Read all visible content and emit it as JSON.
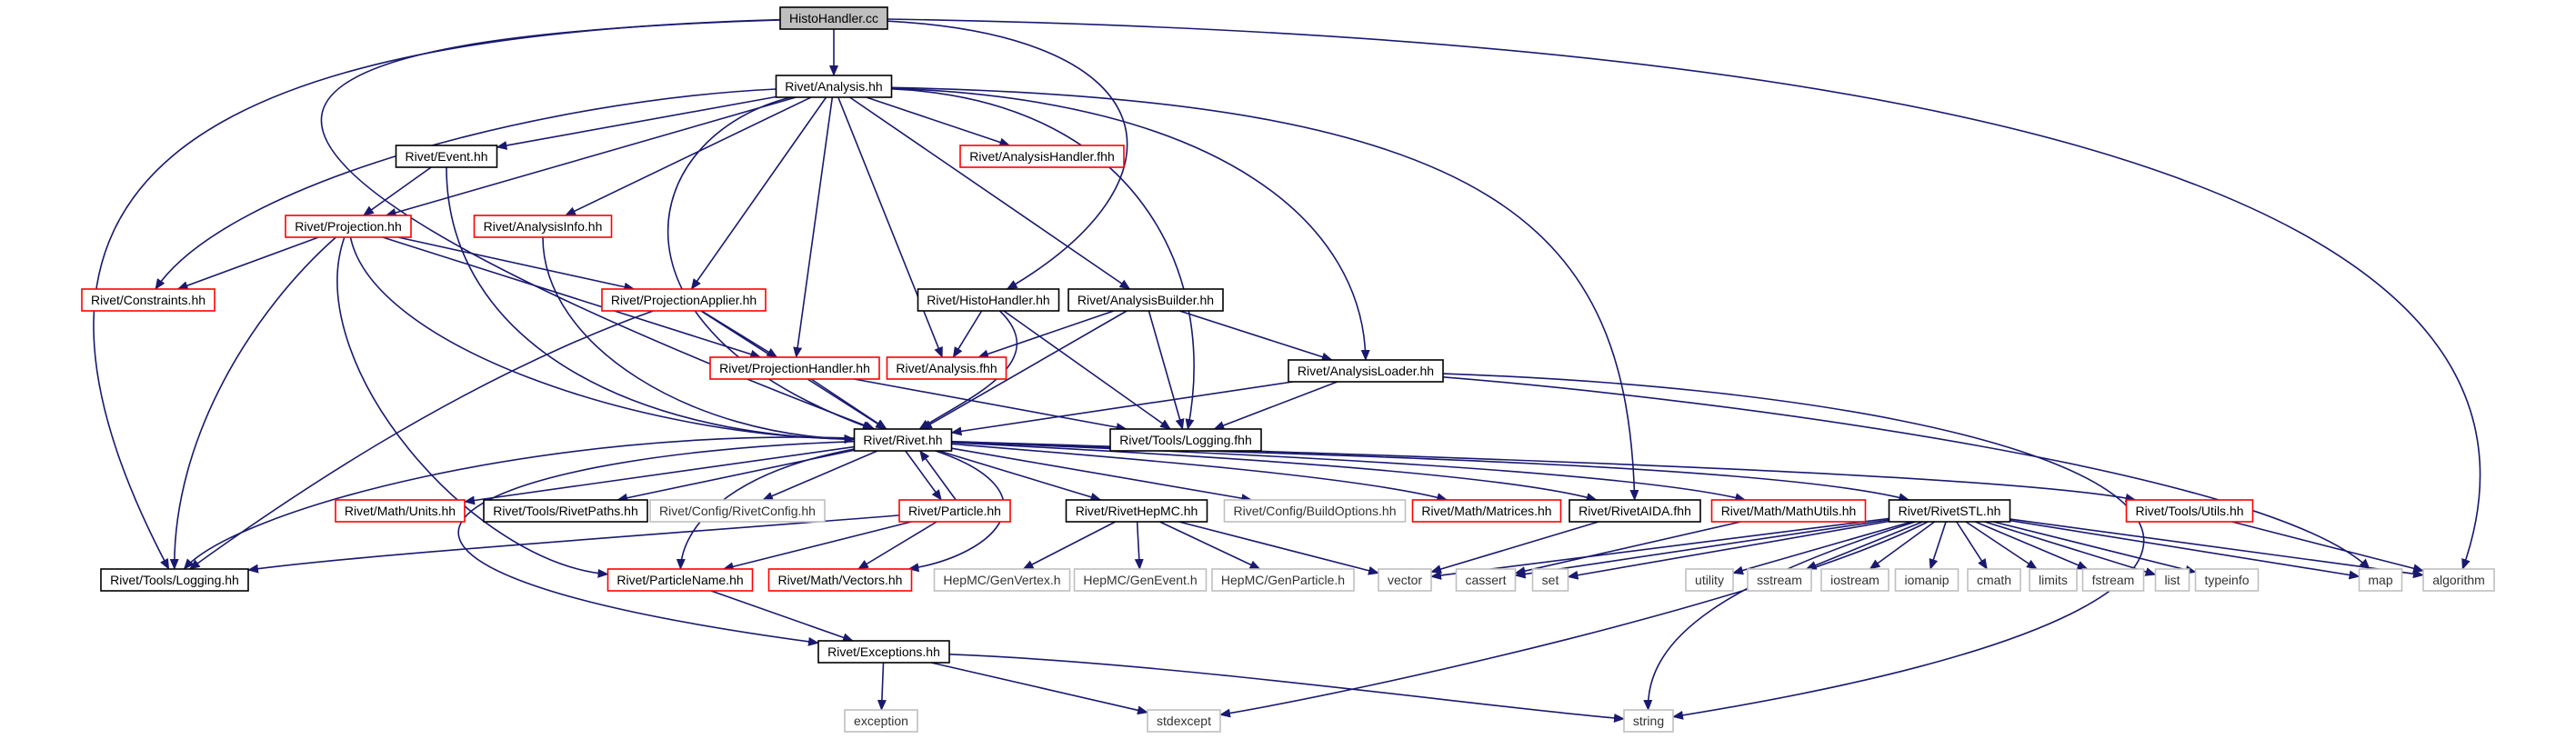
{
  "colors": {
    "edge": "#191970",
    "highlight_fill": "#bfbfbf",
    "normal_border": "#000000",
    "red_border": "#ff0000",
    "grey_border": "#bfbfbf",
    "background": "#ffffff"
  },
  "nodes": [
    {
      "id": "histohandler_cc",
      "label": "HistoHandler.cc",
      "style": "highlight"
    },
    {
      "id": "analysis_hh",
      "label": "Rivet/Analysis.hh",
      "style": "normal"
    },
    {
      "id": "event_hh",
      "label": "Rivet/Event.hh",
      "style": "normal"
    },
    {
      "id": "analysishandler_fhh",
      "label": "Rivet/AnalysisHandler.fhh",
      "style": "red"
    },
    {
      "id": "projection_hh",
      "label": "Rivet/Projection.hh",
      "style": "red"
    },
    {
      "id": "analysisinfo_hh",
      "label": "Rivet/AnalysisInfo.hh",
      "style": "red"
    },
    {
      "id": "constraints_hh",
      "label": "Rivet/Constraints.hh",
      "style": "red"
    },
    {
      "id": "projectionapplier_hh",
      "label": "Rivet/ProjectionApplier.hh",
      "style": "red"
    },
    {
      "id": "histohandler_hh",
      "label": "Rivet/HistoHandler.hh",
      "style": "normal"
    },
    {
      "id": "analysisbuilder_hh",
      "label": "Rivet/AnalysisBuilder.hh",
      "style": "normal"
    },
    {
      "id": "projectionhandler_hh",
      "label": "Rivet/ProjectionHandler.hh",
      "style": "red"
    },
    {
      "id": "analysis_fhh",
      "label": "Rivet/Analysis.fhh",
      "style": "red"
    },
    {
      "id": "analysisloader_hh",
      "label": "Rivet/AnalysisLoader.hh",
      "style": "normal"
    },
    {
      "id": "rivet_hh",
      "label": "Rivet/Rivet.hh",
      "style": "normal"
    },
    {
      "id": "logging_fhh",
      "label": "Rivet/Tools/Logging.fhh",
      "style": "normal"
    },
    {
      "id": "units_hh",
      "label": "Rivet/Math/Units.hh",
      "style": "red"
    },
    {
      "id": "rivetpaths_hh",
      "label": "Rivet/Tools/RivetPaths.hh",
      "style": "normal"
    },
    {
      "id": "rivetconfig_hh",
      "label": "Rivet/Config/RivetConfig.hh",
      "style": "grey"
    },
    {
      "id": "particle_hh",
      "label": "Rivet/Particle.hh",
      "style": "red"
    },
    {
      "id": "rivethepmc_hh",
      "label": "Rivet/RivetHepMC.hh",
      "style": "normal"
    },
    {
      "id": "buildoptions_hh",
      "label": "Rivet/Config/BuildOptions.hh",
      "style": "grey"
    },
    {
      "id": "matrices_hh",
      "label": "Rivet/Math/Matrices.hh",
      "style": "red"
    },
    {
      "id": "rivetaida_fhh",
      "label": "Rivet/RivetAIDA.fhh",
      "style": "normal"
    },
    {
      "id": "mathutils_hh",
      "label": "Rivet/Math/MathUtils.hh",
      "style": "red"
    },
    {
      "id": "rivetstl_hh",
      "label": "Rivet/RivetSTL.hh",
      "style": "normal"
    },
    {
      "id": "utils_hh",
      "label": "Rivet/Tools/Utils.hh",
      "style": "red"
    },
    {
      "id": "logging_hh",
      "label": "Rivet/Tools/Logging.hh",
      "style": "normal"
    },
    {
      "id": "particlename_hh",
      "label": "Rivet/ParticleName.hh",
      "style": "red"
    },
    {
      "id": "vectors_hh",
      "label": "Rivet/Math/Vectors.hh",
      "style": "red"
    },
    {
      "id": "genvertex_h",
      "label": "HepMC/GenVertex.h",
      "style": "grey"
    },
    {
      "id": "genevent_h",
      "label": "HepMC/GenEvent.h",
      "style": "grey"
    },
    {
      "id": "genparticle_h",
      "label": "HepMC/GenParticle.h",
      "style": "grey"
    },
    {
      "id": "vector",
      "label": "vector",
      "style": "grey"
    },
    {
      "id": "cassert",
      "label": "cassert",
      "style": "grey"
    },
    {
      "id": "set",
      "label": "set",
      "style": "grey"
    },
    {
      "id": "utility",
      "label": "utility",
      "style": "grey"
    },
    {
      "id": "sstream",
      "label": "sstream",
      "style": "grey"
    },
    {
      "id": "iostream",
      "label": "iostream",
      "style": "grey"
    },
    {
      "id": "iomanip",
      "label": "iomanip",
      "style": "grey"
    },
    {
      "id": "cmath",
      "label": "cmath",
      "style": "grey"
    },
    {
      "id": "limits",
      "label": "limits",
      "style": "grey"
    },
    {
      "id": "fstream",
      "label": "fstream",
      "style": "grey"
    },
    {
      "id": "list",
      "label": "list",
      "style": "grey"
    },
    {
      "id": "typeinfo",
      "label": "typeinfo",
      "style": "grey"
    },
    {
      "id": "map",
      "label": "map",
      "style": "grey"
    },
    {
      "id": "algorithm",
      "label": "algorithm",
      "style": "grey"
    },
    {
      "id": "exceptions_hh",
      "label": "Rivet/Exceptions.hh",
      "style": "normal"
    },
    {
      "id": "exception",
      "label": "exception",
      "style": "grey"
    },
    {
      "id": "stdexcept",
      "label": "stdexcept",
      "style": "grey"
    },
    {
      "id": "string",
      "label": "string",
      "style": "grey"
    }
  ],
  "edges": [
    [
      "histohandler_cc",
      "analysis_hh"
    ],
    [
      "histohandler_cc",
      "histohandler_hh"
    ],
    [
      "histohandler_cc",
      "rivet_hh"
    ],
    [
      "histohandler_cc",
      "logging_hh"
    ],
    [
      "histohandler_cc",
      "algorithm"
    ],
    [
      "analysis_hh",
      "event_hh"
    ],
    [
      "analysis_hh",
      "analysishandler_fhh"
    ],
    [
      "analysis_hh",
      "projection_hh"
    ],
    [
      "analysis_hh",
      "analysisinfo_hh"
    ],
    [
      "analysis_hh",
      "constraints_hh"
    ],
    [
      "analysis_hh",
      "projectionapplier_hh"
    ],
    [
      "analysis_hh",
      "projectionhandler_hh"
    ],
    [
      "analysis_hh",
      "analysis_fhh"
    ],
    [
      "analysis_hh",
      "analysisbuilder_hh"
    ],
    [
      "analysis_hh",
      "analysisloader_hh"
    ],
    [
      "analysis_hh",
      "rivet_hh"
    ],
    [
      "analysis_hh",
      "logging_fhh"
    ],
    [
      "analysis_hh",
      "rivetaida_fhh"
    ],
    [
      "event_hh",
      "projection_hh"
    ],
    [
      "event_hh",
      "rivet_hh"
    ],
    [
      "projection_hh",
      "constraints_hh"
    ],
    [
      "projection_hh",
      "projectionapplier_hh"
    ],
    [
      "projection_hh",
      "projectionhandler_hh"
    ],
    [
      "projection_hh",
      "rivet_hh"
    ],
    [
      "projection_hh",
      "logging_hh"
    ],
    [
      "projection_hh",
      "particlename_hh"
    ],
    [
      "analysisinfo_hh",
      "rivet_hh"
    ],
    [
      "projectionapplier_hh",
      "projectionhandler_hh"
    ],
    [
      "projectionapplier_hh",
      "rivet_hh"
    ],
    [
      "projectionapplier_hh",
      "logging_hh"
    ],
    [
      "histohandler_hh",
      "analysis_fhh"
    ],
    [
      "histohandler_hh",
      "rivet_hh"
    ],
    [
      "histohandler_hh",
      "logging_fhh"
    ],
    [
      "analysisbuilder_hh",
      "analysis_fhh"
    ],
    [
      "analysisbuilder_hh",
      "rivet_hh"
    ],
    [
      "analysisbuilder_hh",
      "logging_fhh"
    ],
    [
      "analysisbuilder_hh",
      "analysisloader_hh"
    ],
    [
      "projectionhandler_hh",
      "rivet_hh"
    ],
    [
      "projectionhandler_hh",
      "logging_fhh"
    ],
    [
      "analysisloader_hh",
      "rivet_hh"
    ],
    [
      "analysisloader_hh",
      "logging_fhh"
    ],
    [
      "analysisloader_hh",
      "map"
    ],
    [
      "analysisloader_hh",
      "string"
    ],
    [
      "rivet_hh",
      "units_hh"
    ],
    [
      "rivet_hh",
      "rivetpaths_hh"
    ],
    [
      "rivet_hh",
      "rivetconfig_hh"
    ],
    [
      "rivet_hh",
      "particle_hh"
    ],
    [
      "rivet_hh",
      "rivethepmc_hh"
    ],
    [
      "rivet_hh",
      "buildoptions_hh"
    ],
    [
      "rivet_hh",
      "matrices_hh"
    ],
    [
      "rivet_hh",
      "rivetaida_fhh"
    ],
    [
      "rivet_hh",
      "mathutils_hh"
    ],
    [
      "rivet_hh",
      "rivetstl_hh"
    ],
    [
      "rivet_hh",
      "utils_hh"
    ],
    [
      "rivet_hh",
      "logging_hh"
    ],
    [
      "rivet_hh",
      "particlename_hh"
    ],
    [
      "rivet_hh",
      "vectors_hh"
    ],
    [
      "rivet_hh",
      "exceptions_hh"
    ],
    [
      "particle_hh",
      "rivet_hh"
    ],
    [
      "particle_hh",
      "particlename_hh"
    ],
    [
      "particle_hh",
      "vectors_hh"
    ],
    [
      "particle_hh",
      "logging_hh"
    ],
    [
      "rivethepmc_hh",
      "genvertex_h"
    ],
    [
      "rivethepmc_hh",
      "genevent_h"
    ],
    [
      "rivethepmc_hh",
      "genparticle_h"
    ],
    [
      "rivethepmc_hh",
      "vector"
    ],
    [
      "rivetaida_fhh",
      "vector"
    ],
    [
      "mathutils_hh",
      "cassert"
    ],
    [
      "rivetstl_hh",
      "vector"
    ],
    [
      "rivetstl_hh",
      "cassert"
    ],
    [
      "rivetstl_hh",
      "set"
    ],
    [
      "rivetstl_hh",
      "utility"
    ],
    [
      "rivetstl_hh",
      "sstream"
    ],
    [
      "rivetstl_hh",
      "iostream"
    ],
    [
      "rivetstl_hh",
      "iomanip"
    ],
    [
      "rivetstl_hh",
      "cmath"
    ],
    [
      "rivetstl_hh",
      "limits"
    ],
    [
      "rivetstl_hh",
      "fstream"
    ],
    [
      "rivetstl_hh",
      "list"
    ],
    [
      "rivetstl_hh",
      "typeinfo"
    ],
    [
      "rivetstl_hh",
      "map"
    ],
    [
      "rivetstl_hh",
      "algorithm"
    ],
    [
      "rivetstl_hh",
      "string"
    ],
    [
      "rivetstl_hh",
      "stdexcept"
    ],
    [
      "utils_hh",
      "algorithm"
    ],
    [
      "particlename_hh",
      "exceptions_hh"
    ],
    [
      "exceptions_hh",
      "exception"
    ],
    [
      "exceptions_hh",
      "stdexcept"
    ],
    [
      "exceptions_hh",
      "string"
    ]
  ]
}
